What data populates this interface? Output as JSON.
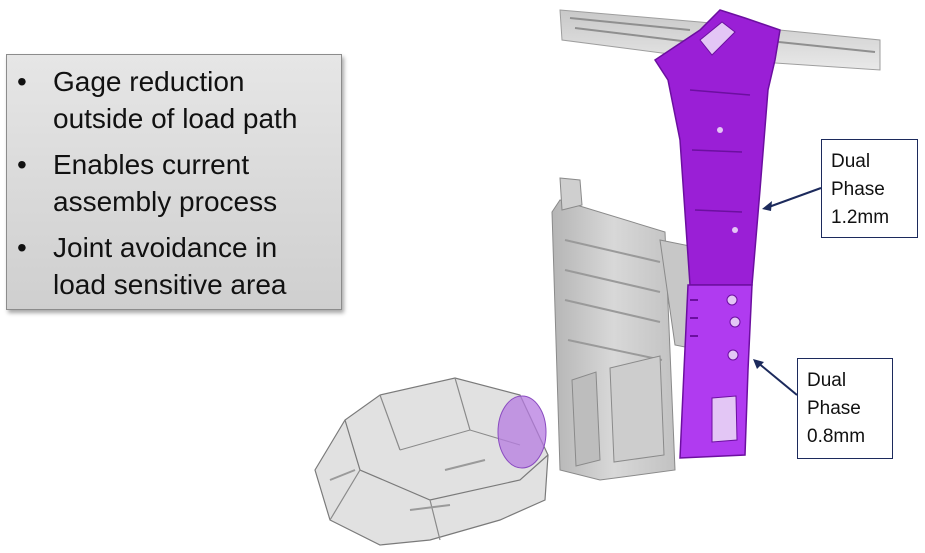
{
  "bullets": [
    {
      "lines": [
        "Gage reduction",
        "outside of load path"
      ]
    },
    {
      "lines": [
        "Enables current",
        "assembly process"
      ]
    },
    {
      "lines": [
        "Joint avoidance in",
        "load sensitive area"
      ]
    }
  ],
  "callouts": [
    {
      "lines": [
        "Dual",
        "Phase",
        "1.2mm"
      ],
      "color": "#9a1fd6"
    },
    {
      "lines": [
        "Dual",
        "Phase",
        "0.8mm"
      ],
      "color": "#b03bf0"
    }
  ],
  "colors": {
    "pillar_upper": "#9a1fd6",
    "pillar_lower": "#b03bf0",
    "callout_border": "#1c2a5c",
    "highlight": "#b57be0"
  },
  "icons": {
    "bullet": "bullet-dot"
  }
}
